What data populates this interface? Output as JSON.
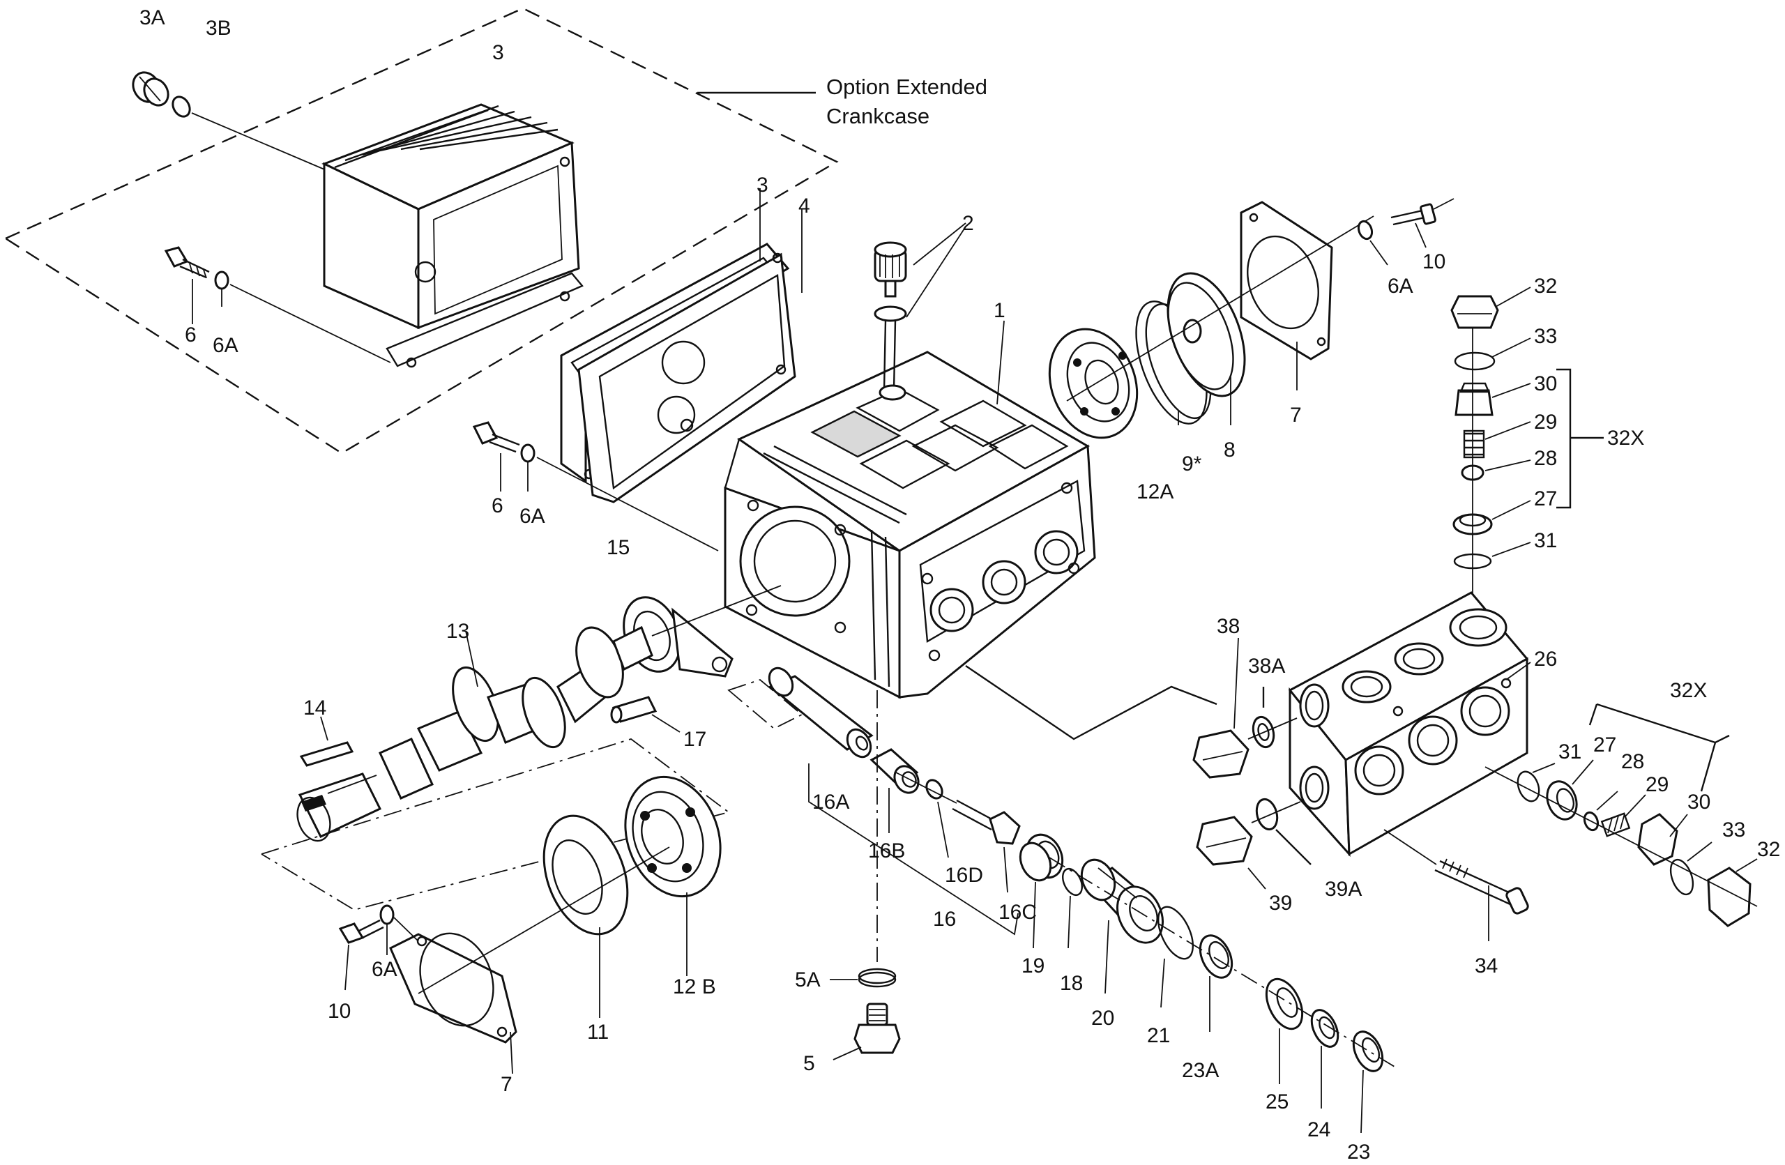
{
  "caption": {
    "line1": "Option Extended",
    "line2": "Crankcase"
  },
  "labels": {
    "p3A": "3A",
    "p3B": "3B",
    "p3_top": "3",
    "p3_gasket": "3",
    "p4": "4",
    "p2": "2",
    "p1": "1",
    "p6_a": "6",
    "p6A_a": "6A",
    "p6_b": "6",
    "p6A_b": "6A",
    "p6A_top": "6A",
    "p10_top": "10",
    "p7_top": "7",
    "p8": "8",
    "p9": "9*",
    "p12A": "12A",
    "p32_top": "32",
    "p33_top": "33",
    "p30_top": "30",
    "p29_top": "29",
    "p28_top": "28",
    "p27_top": "27",
    "p31_top": "31",
    "p32X_top": "32X",
    "p15": "15",
    "p13": "13",
    "p14": "14",
    "p17": "17",
    "p16A": "16A",
    "p16B": "16B",
    "p16D": "16D",
    "p16": "16",
    "p16C": "16C",
    "p38": "38",
    "p38A": "38A",
    "p26": "26",
    "p39": "39",
    "p39A": "39A",
    "p34": "34",
    "p32X_right": "32X",
    "p31_right": "31",
    "p27_right": "27",
    "p28_right": "28",
    "p29_right": "29",
    "p30_right": "30",
    "p33_right": "33",
    "p32_right": "32",
    "p19": "19",
    "p18": "18",
    "p20": "20",
    "p21": "21",
    "p23A": "23A",
    "p25": "25",
    "p24": "24",
    "p23": "23",
    "p5A": "5A",
    "p5": "5",
    "p10_bot": "10",
    "p6A_bot": "6A",
    "p7_bot": "7",
    "p11": "11",
    "p12B": "12 B"
  }
}
